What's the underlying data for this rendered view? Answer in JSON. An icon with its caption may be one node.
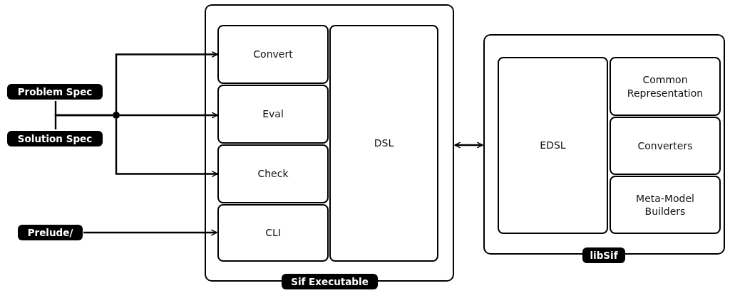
{
  "diagram": {
    "nodes": [
      {
        "text": [],
        "shape": "box"
      },
      {
        "text": [
          "Convert"
        ],
        "in": 0
      },
      {
        "text": [
          "Eval"
        ],
        "in": 0
      },
      {
        "text": [
          "Check"
        ],
        "in": 0
      },
      {
        "text": [
          "CLI"
        ],
        "in": 0
      },
      {
        "text": [
          "DSL"
        ],
        "in": 0
      },
      {
        "text": [],
        "shape": "box"
      },
      {
        "text": [
          "EDSL"
        ],
        "in": 6
      },
      {
        "text": [
          "Common Representation"
        ],
        "in": 6
      },
      {
        "text": [
          "Converters"
        ],
        "in": 6
      },
      {
        "text": [
          "Meta-Model Builders"
        ],
        "in": 6
      },
      {
        "text": [
          "Problem Spec"
        ]
      },
      {
        "text": [
          "Solution Spec"
        ]
      },
      {
        "text": [
          "Prelude/"
        ]
      },
      {
        "text": [],
        "shape": "circle"
      },
      {
        "text": [
          "Sif Executable"
        ]
      },
      {
        "text": [
          "libSif"
        ]
      }
    ],
    "edges": [
      {
        "from": 11,
        "to": 14,
        "arrow": "none"
      },
      {
        "from": 12,
        "to": 14,
        "arrow": "none"
      },
      {
        "from": 14,
        "to": 1,
        "arrow": "to"
      },
      {
        "from": 14,
        "to": 2,
        "arrow": "to"
      },
      {
        "from": 14,
        "to": 3,
        "arrow": "to"
      },
      {
        "from": 13,
        "to": 4,
        "arrow": "to"
      },
      {
        "from": 0,
        "to": 6,
        "arrow": "both"
      }
    ]
  }
}
